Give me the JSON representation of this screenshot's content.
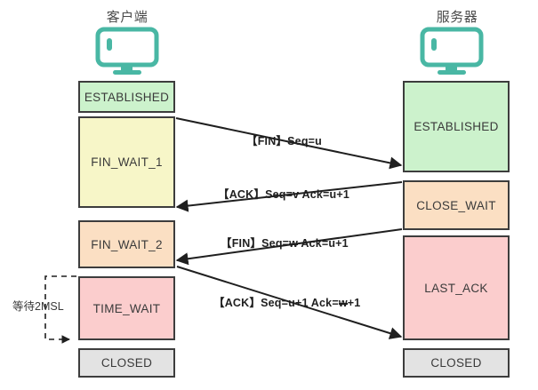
{
  "diagram": {
    "title": "TCP four-way handshake connection termination",
    "client": {
      "title": "客户端",
      "icon": "monitor-icon",
      "states": [
        {
          "label": "ESTABLISHED",
          "color": "#ccf2cc"
        },
        {
          "label": "FIN_WAIT_1",
          "color": "#f7f6c8"
        },
        {
          "label": "FIN_WAIT_2",
          "color": "#fbdfc3"
        },
        {
          "label": "TIME_WAIT",
          "color": "#fbcdcd"
        },
        {
          "label": "CLOSED",
          "color": "#e3e3e3"
        }
      ]
    },
    "server": {
      "title": "服务器",
      "icon": "monitor-icon",
      "states": [
        {
          "label": "ESTABLISHED",
          "color": "#ccf2cc"
        },
        {
          "label": "CLOSE_WAIT",
          "color": "#fbdfc3"
        },
        {
          "label": "LAST_ACK",
          "color": "#fbcdcd"
        },
        {
          "label": "CLOSED",
          "color": "#e3e3e3"
        }
      ]
    },
    "messages": [
      {
        "label": "【FIN】Seq=u",
        "direction": "client-to-server"
      },
      {
        "label": "【ACK】Seq=v Ack=u+1",
        "direction": "server-to-client"
      },
      {
        "label_pre": "【FIN】Seq=",
        "label_var": "w",
        "label_post": " Ack=u+1",
        "direction": "server-to-client"
      },
      {
        "label_pre": "【ACK】Seq=u+1 Ack=",
        "label_var": "w",
        "label_post": "+1",
        "direction": "client-to-server"
      }
    ],
    "annotation": {
      "label": "等待2MSL"
    },
    "colors": {
      "icon_teal": "#49b7a4",
      "border": "#3d3d3d",
      "text": "#3a3a3a",
      "arrow": "#1f1f1f"
    }
  }
}
